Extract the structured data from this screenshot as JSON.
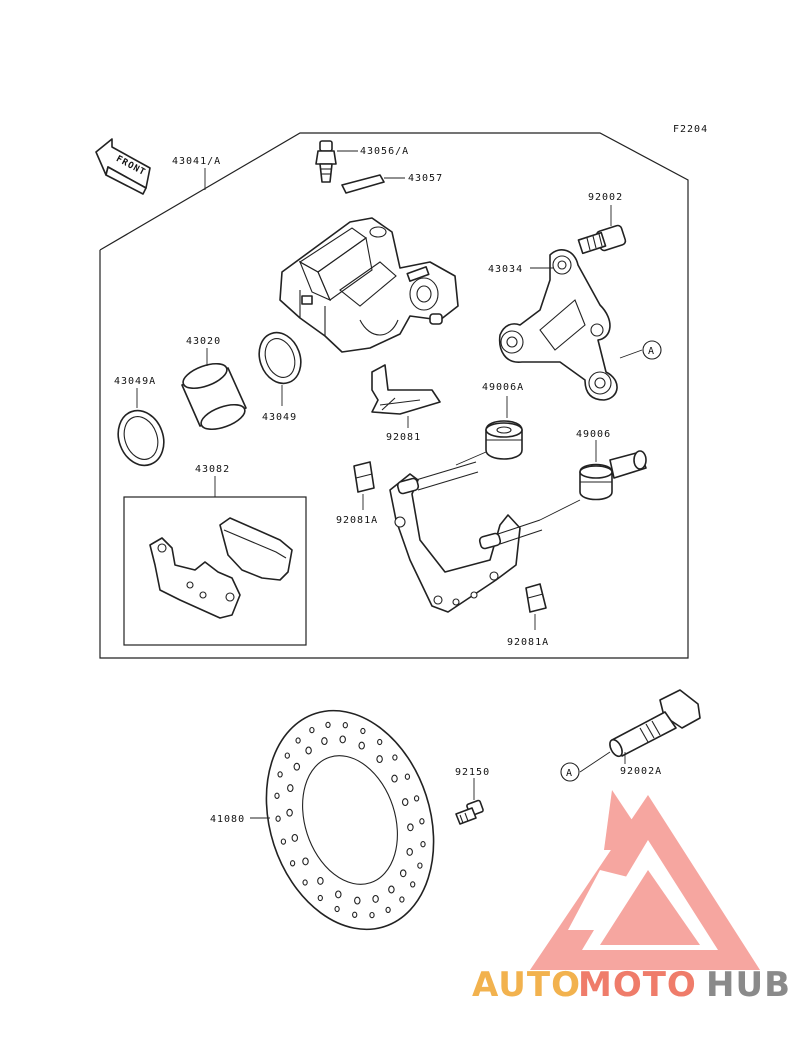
{
  "figure_code": "F2204",
  "front_label": "FRONT",
  "parts": {
    "caliper_assembly": "43041/A",
    "bleeder_valve": "43056/A",
    "bleeder_cap": "43057",
    "bracket": "43034",
    "bolt_top": "92002",
    "piston": "43020",
    "seal_outer": "43049A",
    "seal_inner": "43049",
    "spring_clip": "92081",
    "boot_upper": "49006A",
    "boot_lower": "49006",
    "pad_set": "43082",
    "clip_left": "92081A",
    "clip_right": "92081A",
    "brake_disc": "41080",
    "disc_bolt": "92150",
    "bolt_a": "92002A"
  },
  "ref_marks": {
    "bracket_ref": "A",
    "bolt_ref": "A"
  },
  "watermark": {
    "part1": "AUTO",
    "part2": "MOTO",
    "part3": "HUB"
  }
}
